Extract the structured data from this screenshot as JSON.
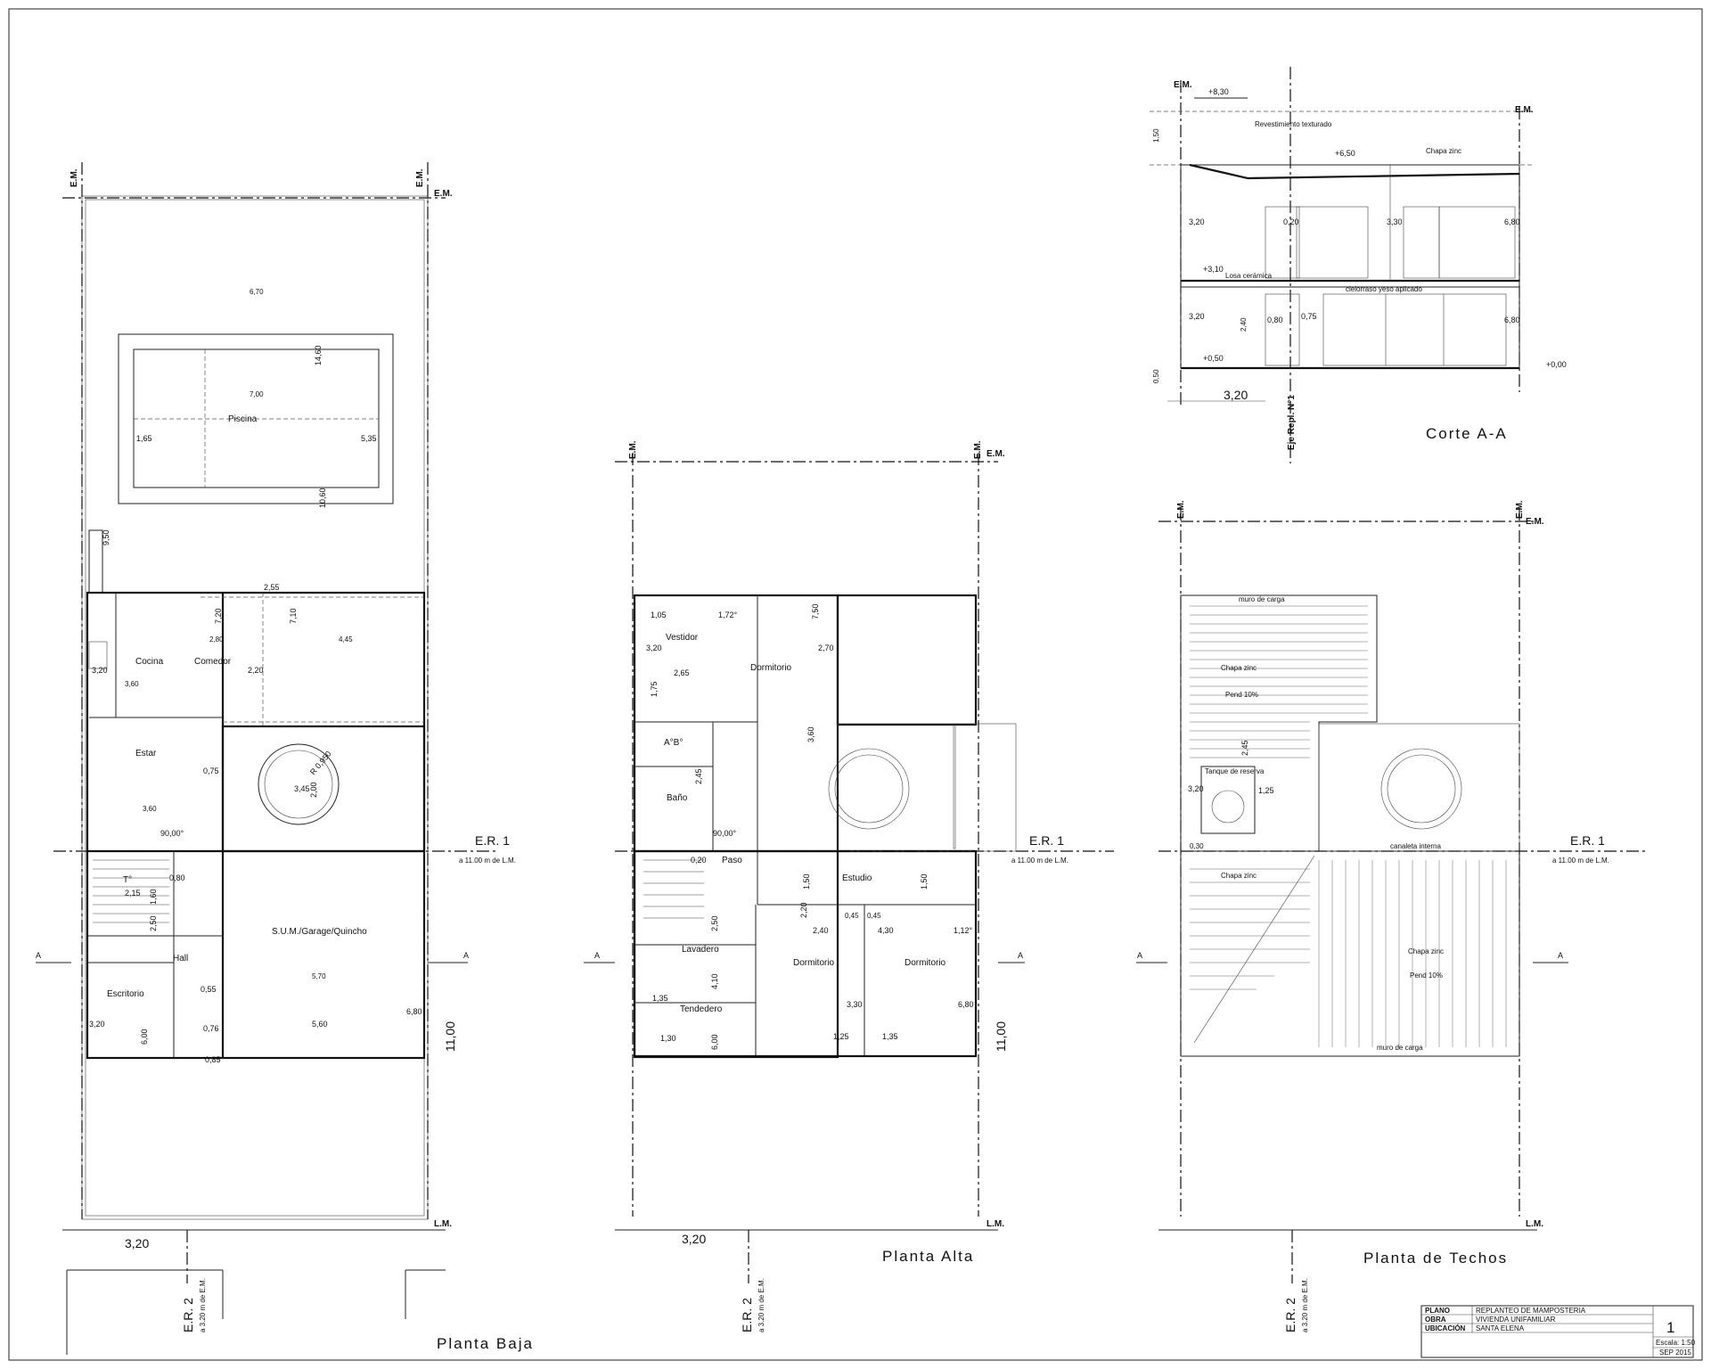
{
  "sheet": {
    "titles": {
      "planta_baja": "Planta Baja",
      "planta_alta": "Planta Alta",
      "planta_techos": "Planta de Techos",
      "corte": "Corte A-A"
    },
    "markers": {
      "em": "E.M.",
      "lm": "L.M.",
      "er1": "E.R. 1",
      "er1_sub": "a 11.00 m de L.M.",
      "er2": "E.R. 2",
      "er2_sub": "a 3.20 m de E.M.",
      "eje": "Eje Repl. N°1",
      "section": "A"
    },
    "planta_baja": {
      "rooms": [
        "Piscina",
        "Cocina",
        "Comedor",
        "Estar",
        "Escritorio",
        "Hall",
        "S.U.M./Garage/Quincho",
        "T°"
      ],
      "dims": [
        "6,70",
        "7,00",
        "14,60",
        "10,60",
        "1,65",
        "5,35",
        "9,50",
        "2,55",
        "7,20",
        "7,10",
        "4,45",
        "3,20",
        "2,20",
        "2,80",
        "3,60",
        "0,75",
        "3,45",
        "2,00",
        "R 0,950",
        "90,00°",
        "2,15",
        "1,60",
        "2,50",
        "0,80",
        "0,55",
        "0,76",
        "0,85",
        "5,60",
        "6,80",
        "5,70",
        "3,20",
        "6,00",
        "3,60",
        "3,20",
        "11,00"
      ]
    },
    "planta_alta": {
      "rooms": [
        "Vestidor",
        "Dormitorio",
        "A°B°",
        "Baño",
        "Paso",
        "Estudio",
        "Lavadero",
        "Tendedero",
        "Dormitorio",
        "Dormitorio"
      ],
      "dims": [
        "1,05",
        "1,72°",
        "3,20",
        "7,50",
        "2,70",
        "2,65",
        "1,75",
        "3,60",
        "2,45",
        "90,00°",
        "0,20",
        "1,50",
        "1,50",
        "2,20",
        "2,40",
        "4,30",
        "0,45",
        "0,45",
        "2,50",
        "1,12°",
        "4,10",
        "3,30",
        "6,80",
        "6,00",
        "1,30",
        "1,35",
        "1,25",
        "1,35",
        "3,20",
        "11,00"
      ]
    },
    "corte": {
      "levels": [
        "+8,30",
        "+6,50",
        "+3,10",
        "+0,50",
        "+0,00"
      ],
      "labels": [
        "Revestimiento texturado",
        "Chapa zinc",
        "Losa cerámica",
        "cielorraso yeso aplicado"
      ],
      "dims": [
        "3,20",
        "0,20",
        "3,30",
        "6,80",
        "3,20",
        "0,80",
        "0,75",
        "6,80",
        "2,40",
        "1,50",
        "0,50",
        "3,20"
      ]
    },
    "techos": {
      "labels": [
        "muro de carga",
        "Chapa zinc",
        "Pend 10%",
        "Tanque de reserva",
        "Chapa zinc",
        "Chapa zinc",
        "Pend 10%",
        "canaleta interna",
        "muro de carga"
      ],
      "dims": [
        "2,45",
        "1,25",
        "3,20",
        "0,30"
      ]
    },
    "title_block": {
      "plano_k": "PLANO",
      "plano_v": "REPLANTEO DE MAMPOSTERIA",
      "obra_k": "OBRA",
      "obra_v": "VIVIENDA UNIFAMILIAR",
      "ubic_k": "UBICACIÓN",
      "ubic_v": "SANTA ELENA",
      "number": "1",
      "escala": "Escala: 1:50",
      "fecha": "SEP 2015"
    }
  }
}
